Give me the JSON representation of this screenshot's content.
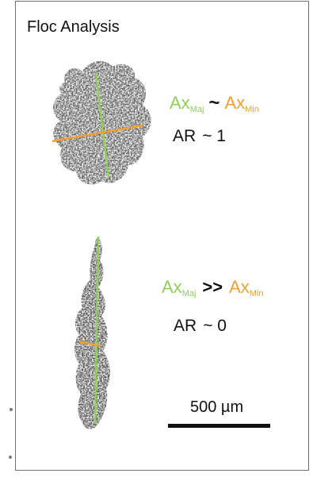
{
  "figure": {
    "title": "Floc Analysis"
  },
  "colors": {
    "major_axis": "#8fcf5a",
    "minor_axis": "#f0a030",
    "floc_dark": "#2e2e2e",
    "floc_light": "#9a9a9a",
    "text": "#111111",
    "border": "#6f6f6f"
  },
  "floc_top": {
    "major_label": "Ax",
    "major_sub": "Maj",
    "relation": "~",
    "minor_label": "Ax",
    "minor_sub": "Min",
    "ar_label": "AR",
    "ar_value": "~ 1"
  },
  "floc_bottom": {
    "major_label": "Ax",
    "major_sub": "Maj",
    "relation": ">>",
    "minor_label": "Ax",
    "minor_sub": "Min",
    "ar_label": "AR",
    "ar_value": "~ 0"
  },
  "scale_bar": {
    "label": "500 µm"
  }
}
